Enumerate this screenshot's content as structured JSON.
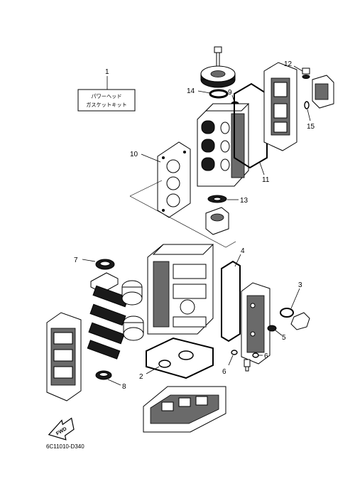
{
  "kit": {
    "number": "1",
    "line1": "パワーヘッド",
    "line2": "ガスケットキット"
  },
  "callouts": {
    "n2": "2",
    "n3": "3",
    "n4": "4",
    "n5": "5",
    "n6a": "6",
    "n6b": "6",
    "n7": "7",
    "n8": "8",
    "n9": "9",
    "n10": "10",
    "n11": "11",
    "n12": "12",
    "n13": "13",
    "n14": "14",
    "n15": "15"
  },
  "fwd_label": "FWD",
  "diagram_code": "6C11010-D340"
}
